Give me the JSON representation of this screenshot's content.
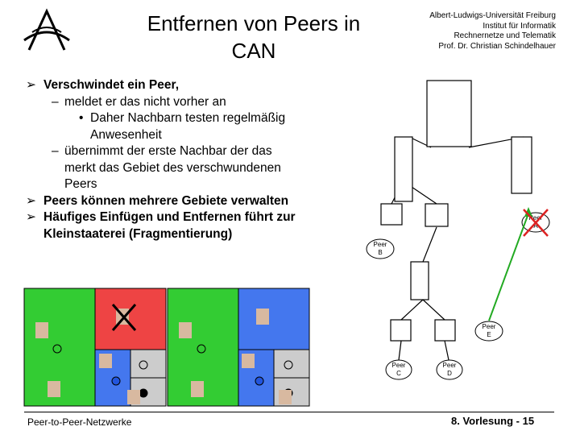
{
  "header": {
    "title_line1": "Entfernen von Peers in",
    "title_line2": "CAN",
    "uni_lines": [
      "Albert-Ludwigs-Universität Freiburg",
      "Institut für Informatik",
      "Rechnernetze und Telematik",
      "Prof. Dr. Christian Schindelhauer"
    ]
  },
  "bullets": {
    "b1": "Verschwindet ein Peer,",
    "b1_sub1": "meldet er das nicht vorher an",
    "b1_sub1_sub_l1": "Daher Nachbarn testen regelmäßig",
    "b1_sub1_sub_l2": "Anwesenheit",
    "b1_sub2_l1": "übernimmt der erste Nachbar der das",
    "b1_sub2_l2": "merkt das Gebiet des verschwundenen",
    "b1_sub2_l3": "Peers",
    "b2": "Peers können mehrere Gebiete verwalten",
    "b3_l1": "Häufiges Einfügen und Entfernen führt zur",
    "b3_l2": "Kleinstaaterei (Fragmentierung)"
  },
  "tree": {
    "peer_a": [
      "Peer",
      "A"
    ],
    "peer_b": [
      "Peer",
      "B"
    ],
    "peer_c": [
      "Peer",
      "C"
    ],
    "peer_d": [
      "Peer",
      "D"
    ],
    "peer_e": [
      "Peer",
      "E"
    ]
  },
  "colors": {
    "green": "#33cc33",
    "red": "#ee4444",
    "blue": "#4477ee",
    "gray": "#cccccc",
    "arrow_green": "#22aa22",
    "cross_red": "#dd2222"
  },
  "footer": {
    "left": "Peer-to-Peer-Netzwerke",
    "right": "8. Vorlesung - 15"
  }
}
